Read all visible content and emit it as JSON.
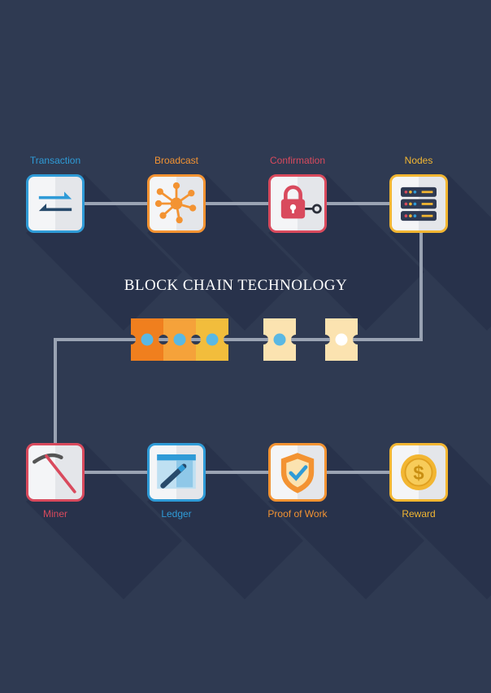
{
  "title": "BLOCK CHAIN TECHNOLOGY",
  "colors": {
    "background": "#2f3a52",
    "connector": "#9aa3b3",
    "blue": "#2f9bd7",
    "orange": "#f39332",
    "red": "#d94a5d",
    "yellow": "#f2b632",
    "chain_dark_orange": "#f07f1e",
    "chain_orange": "#f5a23a",
    "chain_yellow": "#f2bd3c",
    "chain_cream": "#fbe3b0"
  },
  "top_row": [
    {
      "label": "Transaction",
      "icon": "exchange-arrows-icon",
      "color": "#2f9bd7"
    },
    {
      "label": "Broadcast",
      "icon": "network-hub-icon",
      "color": "#f39332"
    },
    {
      "label": "Confirmation",
      "icon": "padlock-key-icon",
      "color": "#d94a5d"
    },
    {
      "label": "Nodes",
      "icon": "server-stack-icon",
      "color": "#f2b632"
    }
  ],
  "bottom_row": [
    {
      "label": "Miner",
      "icon": "pickaxe-icon",
      "color": "#d94a5d"
    },
    {
      "label": "Ledger",
      "icon": "ledger-pencil-icon",
      "color": "#2f9bd7"
    },
    {
      "label": "Proof of Work",
      "icon": "shield-check-icon",
      "color": "#f39332"
    },
    {
      "label": "Reward",
      "icon": "dollar-coin-icon",
      "color": "#f2b632"
    }
  ],
  "chain_blocks": [
    {
      "icon": "chain-block-icon",
      "color": "#f07f1e",
      "dot": "#5ab8e3"
    },
    {
      "icon": "chain-block-icon",
      "color": "#f5a23a",
      "dot": "#5ab8e3"
    },
    {
      "icon": "chain-block-icon",
      "color": "#f2bd3c",
      "dot": "#5ab8e3"
    },
    {
      "icon": "chain-block-icon",
      "color": "#fbe3b0",
      "dot": "#5ab8e3"
    },
    {
      "icon": "chain-block-icon",
      "color": "#fbe3b0",
      "dot": "#ffffff"
    }
  ]
}
